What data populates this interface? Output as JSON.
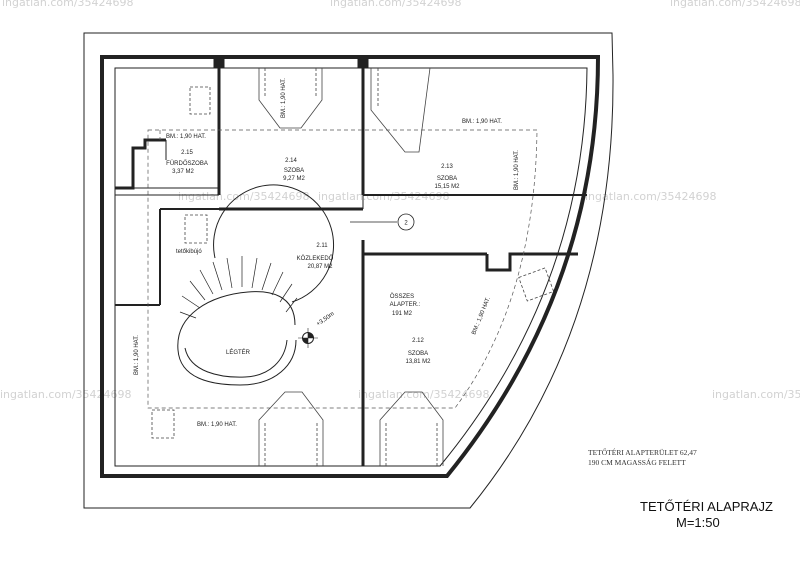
{
  "watermark": {
    "text_full": "ingatlan.com/35424698",
    "text_short": "ingatlan.com/3542469"
  },
  "rooms": {
    "furdo": {
      "number": "2.15",
      "name": "FÜRDŐSZOBA",
      "area": "3,37 M2",
      "height_note": "BM.: 1,90 HAT."
    },
    "szoba14": {
      "number": "2.14",
      "name": "SZOBA",
      "area": "9,27 M2",
      "height_note": "BM.: 1,90 HAT."
    },
    "szoba13": {
      "number": "2.13",
      "name": "SZOBA",
      "area": "15,15 M2",
      "height_note_top": "BM.: 1,90 HAT.",
      "height_note_side": "BM.: 1,90 HAT."
    },
    "kozlekedo": {
      "number": "2.11",
      "name": "KÖZLEKEDŐ",
      "area": "20,87 M2"
    },
    "szoba12": {
      "number": "2.12",
      "name": "SZOBA",
      "area": "13,81 M2",
      "height_note": "BM.: 1,90 HAT."
    },
    "legter": {
      "name": "LÉGTÉR"
    }
  },
  "total": {
    "label_line1": "ÖSSZES",
    "label_line2": "ALAPTER.:",
    "area": "191 M2"
  },
  "labels": {
    "tetokibujo": "tetőkibújó",
    "level": "+3,50m",
    "marker": "2",
    "bm_left_vertical": "BM.: 1,90 HAT.",
    "bm_bottom_left": "BM.: 1,90 HAT."
  },
  "note": {
    "line1": "TETŐTÉRI ALAPTERÜLET 62,47",
    "line2": "190 CM MAGASSÁG FELETT"
  },
  "title": {
    "line1": "TETŐTÉRI  ALAPRAJZ",
    "line2": "M=1:50"
  }
}
